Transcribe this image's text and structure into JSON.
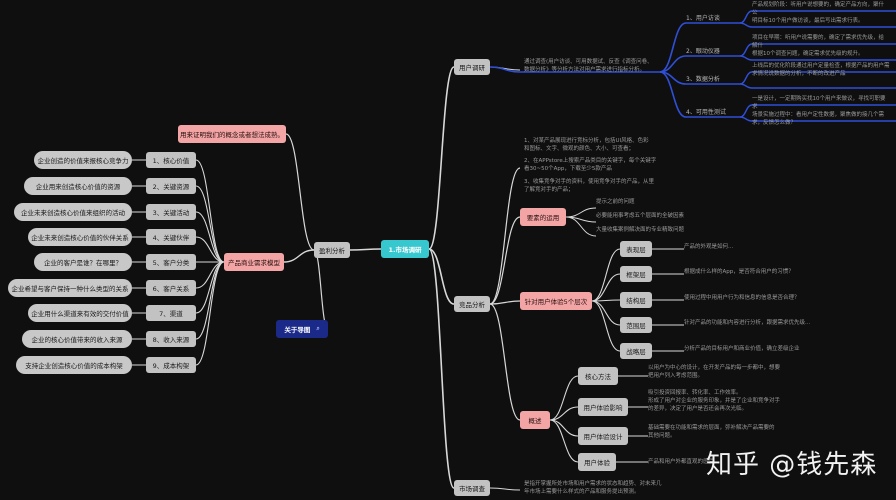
{
  "root": {
    "label": "1.市场调研"
  },
  "left": {
    "branch": "盈利分析",
    "model": "产品商业需求模型",
    "note": "用来证明我们的概念或者想法成熟。",
    "about": "关于导图",
    "items": [
      {
        "num": "1、核心价值",
        "desc": "企业创造的价值来报核心竞争力"
      },
      {
        "num": "2、关键资源",
        "desc": "企业用来创造核心价值的资源"
      },
      {
        "num": "3、关键活动",
        "desc": "企业未来创造核心价值来组织的活动"
      },
      {
        "num": "4、关键伙伴",
        "desc": "企业未来创造核心价值的伙伴关系"
      },
      {
        "num": "5、客户分类",
        "desc": "企业的客户是谁？在哪里？"
      },
      {
        "num": "6、客户关系",
        "desc": "企业希望与客户保持一种什么类型的关系"
      },
      {
        "num": "7、渠道",
        "desc": "企业用什么渠道来有效的交付价值"
      },
      {
        "num": "8、收入来源",
        "desc": "企业的核心价值带来的收入来源"
      },
      {
        "num": "9、成本构架",
        "desc": "支持企业创造核心价值的成本构架"
      }
    ]
  },
  "user_research": {
    "label": "用户调研",
    "desc": [
      "通过调查(用户访谈、可用数据试、反查《调查问卷、",
      "数据分析》等分析方法对用户需求进行指标分析。"
    ],
    "items": [
      {
        "num": "1、用户访谈",
        "lines": [
          "产品规划阶段：听用户说想要的，确定产品方向，聚什",
          "公",
          "明目标10个用户做访谈，最后写出需求行表。"
        ]
      },
      {
        "num": "2、眼动仪器",
        "lines": [
          "项目在早期：听用户说需要的，确定了需求优先级，给",
          "解什",
          "根据10个调查问题，确定需求优先级的规升。"
        ]
      },
      {
        "num": "3、数据分析",
        "lines": [
          "上线后的优化阶段通过用户定量检查，根据产品的用户需",
          "求情况说数据的分析，不断的改进产品"
        ]
      },
      {
        "num": "4、可用性测试",
        "lines": [
          "一是设计，一定期购买找10个用户来做议，寻找可职要",
          "求",
          "场景实施过程中：看用户定性数据，聚焦做的接几个需",
          "求，反馈怎么做？"
        ]
      }
    ]
  },
  "competitor": {
    "label": "竞品分析",
    "notes": [
      "1、对某产品展现进行竞标分析，包括UI风格、色彩",
      "和图标、文字、微观的颜色、大小、可查看；",
      "2、在APPstore上搜索产品类目的关键字，每个关键字",
      "看30~50个App，下载至少5款产品",
      "3、收集竞争对手的资料，使用竞争对手的产品，从里",
      "了解竞对手的产品；"
    ],
    "purpose": "要素的运用",
    "purpose_items": [
      "提示之前的问题",
      "必要能用事考虑五个层面的全破因素",
      "大量收集案例解决面的专业精致问题"
    ],
    "five": "针对用户体验5个层次",
    "levels": [
      {
        "name": "表现层",
        "desc": "产品的外观是如何..."
      },
      {
        "name": "框架层",
        "desc": "根据成什么样的App，是否符合用户的习惯？"
      },
      {
        "name": "结构层",
        "desc": "使用过程中用用户行为和信息的信息是否合理？"
      },
      {
        "name": "范围层",
        "desc": "针对产品的功能和内容进行分析，跟据需求优先级..."
      },
      {
        "name": "战略层",
        "desc": "分析产品的目标用户和商业价值，确立差级企业"
      }
    ]
  },
  "overview": {
    "label": "概述",
    "items": [
      {
        "name": "核心方法",
        "lines": [
          "以用户为中心的设计，在开发产品的每一步都中，想要",
          "把用户列入考虑范围。"
        ]
      },
      {
        "name": "用户体验影响",
        "lines": [
          "吸引投资回报率、转化率、工作效率。",
          "形成了用户对企业的服务印象，并是了企业和竞争对手",
          "的差异，决定了用户是否还会再次光临。"
        ]
      },
      {
        "name": "用户体验设计",
        "lines": [
          "基础需要在功能和需求的层面，弥补解决产品需要的",
          "其他问题。"
        ]
      },
      {
        "name": "用户体验",
        "lines": [
          "产品和用户外都直观的感受"
        ]
      }
    ]
  },
  "market": {
    "label": "市场调查",
    "lines": [
      "是指开掌握所处市场和用户需求的状态和趋势、对未来几",
      "年市场上需要什么样式的产品和服务提出预测。"
    ]
  },
  "watermark": "知乎 @钱先森",
  "colors": {
    "line_left": "#d8d8d8",
    "line_right": "#2f4fd8",
    "accent_teal": "#37c7cf",
    "accent_pink": "#f3a5a5",
    "navy": "#1b2a88"
  }
}
